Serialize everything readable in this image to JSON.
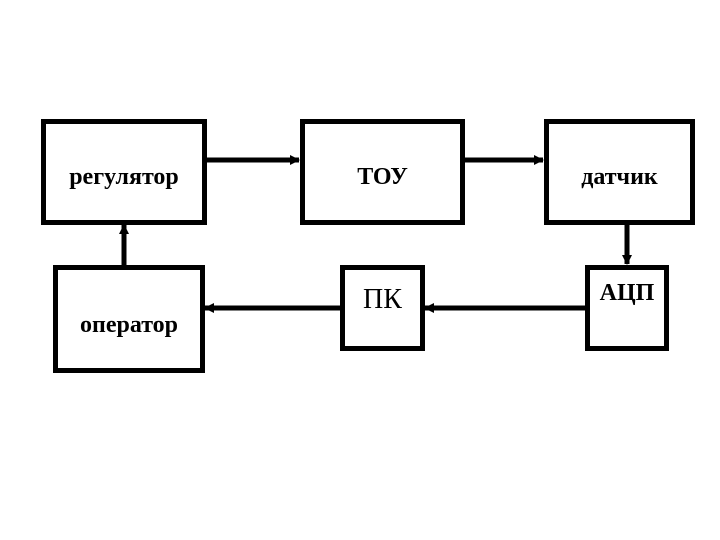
{
  "diagram": {
    "type": "block-diagram",
    "blocks": [
      {
        "id": "regulator",
        "label": "регулятор"
      },
      {
        "id": "tou",
        "label": "ТОУ"
      },
      {
        "id": "sensor",
        "label": "датчик"
      },
      {
        "id": "adc",
        "label": "АЦП"
      },
      {
        "id": "pc",
        "label": "ПК"
      },
      {
        "id": "operator",
        "label": "оператор"
      }
    ],
    "connections": [
      {
        "from": "regulator",
        "to": "tou"
      },
      {
        "from": "tou",
        "to": "sensor"
      },
      {
        "from": "sensor",
        "to": "adc"
      },
      {
        "from": "adc",
        "to": "pc"
      },
      {
        "from": "pc",
        "to": "operator"
      },
      {
        "from": "operator",
        "to": "regulator"
      }
    ],
    "colors": {
      "line": "#000000",
      "background": "#ffffff"
    }
  }
}
